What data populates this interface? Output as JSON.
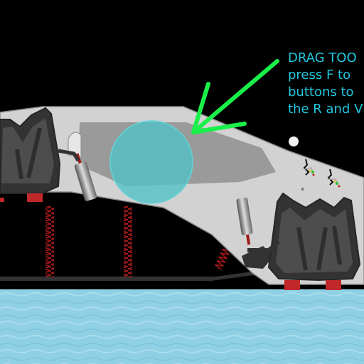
{
  "game": {
    "hint_lines": [
      "DRAG TOO",
      "press F to",
      "buttons to",
      "the R and V"
    ]
  },
  "colors": {
    "background": "#000000",
    "hull": "#d2d2d2",
    "hull_inner": "#9a9a9a",
    "pad_frame": "#333333",
    "pad_inner": "#4d4d4d",
    "spring": "#a01818",
    "foot": "#c0282a",
    "water": "#8fd0e4",
    "drag_tool": "#4fc3c7",
    "arrow": "#19f04a",
    "hint_text": "#22c8e0"
  }
}
